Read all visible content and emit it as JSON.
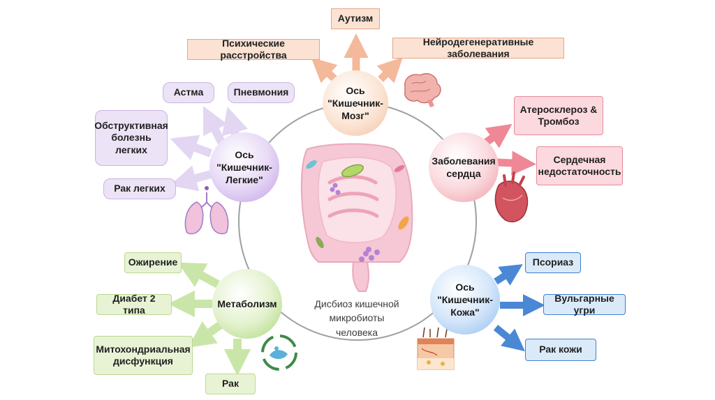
{
  "center": {
    "label": "Дисбиоз кишечной\nмикробиоты\nчеловека"
  },
  "hubs": {
    "brain": "Ось\n\"Кишечник-\nМозг\"",
    "lung": "Ось\n\"Кишечник-\nЛегкие\"",
    "heart": "Заболевания\nсердца",
    "metabolism": "Метаболизм",
    "skin": "Ось\n\"Кишечник-\nКожа\""
  },
  "brain_outcomes": {
    "autism": "Аутизм",
    "mental": "Психические расстройства",
    "neuro": "Нейродегенеративные заболевания"
  },
  "lung_outcomes": {
    "asthma": "Астма",
    "pneumonia": "Пневмония",
    "copd": "Обструктивная болезнь легких",
    "cancer": "Рак легких"
  },
  "heart_outcomes": {
    "atherosclerosis": "Атеросклероз & Тромбоз",
    "failure": "Сердечная недостаточность"
  },
  "metabolism_outcomes": {
    "obesity": "Ожирение",
    "diabetes": "Диабет 2 типа",
    "mito": "Митохондриальная дисфункция",
    "cancer": "Рак"
  },
  "skin_outcomes": {
    "psoriasis": "Псориаз",
    "acne": "Вульгарные угри",
    "cancer": "Рак кожи"
  },
  "colors": {
    "brain": "#f4b89a",
    "lung": "#d9c8ee",
    "heart": "#f19aa7",
    "metabolism": "#c5e3a3",
    "skin": "#4a88d6"
  },
  "icons": [
    "brain-icon",
    "lungs-icon",
    "heart-icon",
    "recycle-icon",
    "skin-layers-icon",
    "intestine-icon",
    "bacteria-icon"
  ]
}
